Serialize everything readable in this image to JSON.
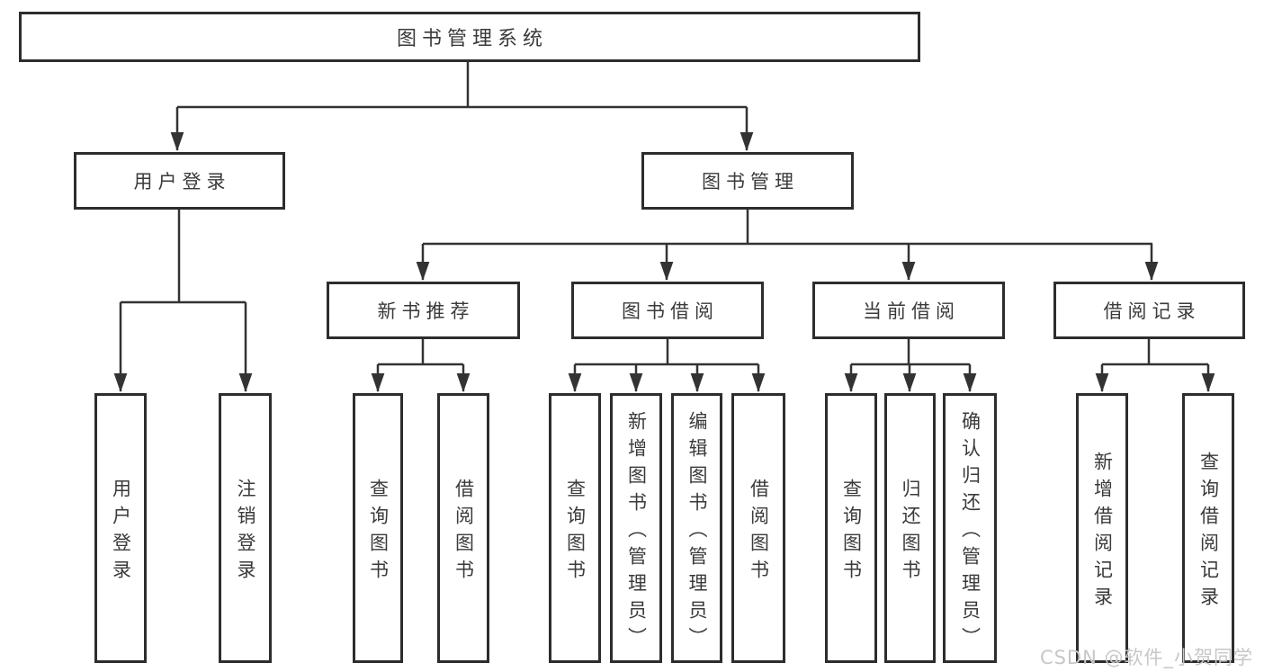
{
  "diagram": {
    "root": {
      "label": "图书管理系统"
    },
    "user_login": {
      "label": "用户登录",
      "children": [
        "用户登录",
        "注销登录"
      ]
    },
    "book_management": {
      "label": "图书管理",
      "branches": [
        {
          "label": "新书推荐",
          "children": [
            "查询图书",
            "借阅图书"
          ]
        },
        {
          "label": "图书借阅",
          "children": [
            "查询图书",
            "新增图书（管理员）",
            "编辑图书（管理员）",
            "借阅图书"
          ]
        },
        {
          "label": "当前借阅",
          "children": [
            "查询图书",
            "归还图书",
            "确认归还（管理员）"
          ]
        },
        {
          "label": "借阅记录",
          "children": [
            "新增借阅记录",
            "查询借阅记录"
          ]
        }
      ]
    },
    "watermark": "CSDN @软件_小贺同学",
    "colors": {
      "line": "#333333",
      "border": "#2d2d2d",
      "text": "#3a3a3a",
      "watermark": "#c7c7c7",
      "background": "#ffffff"
    }
  }
}
